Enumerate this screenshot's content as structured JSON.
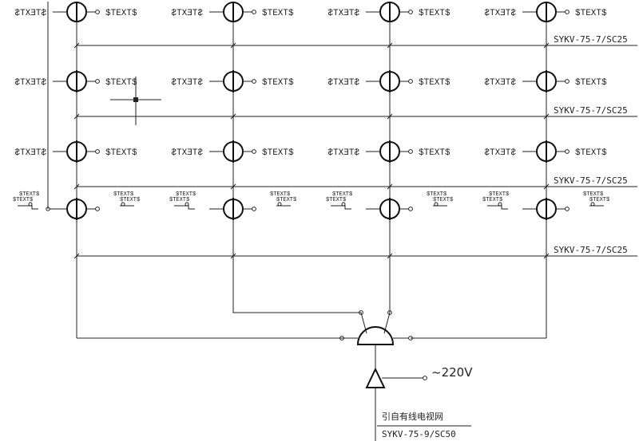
{
  "placeholder_label": "$TEXT$",
  "mirrored_label": "$TEXT$",
  "cable_rows": [
    "SYKV-75-7/SC25",
    "SYKV-75-7/SC25",
    "SYKV-75-7/SC25",
    "SYKV-75-7/SC25"
  ],
  "power_label": "~220V",
  "source_label": "引自有线电视网",
  "source_cable": "SYKV-75-9/SC50",
  "colors": {
    "line": "#222222",
    "background": "#ffffff"
  },
  "icons": [
    "splitter-icon",
    "outlet-icon",
    "amplifier-icon",
    "distributor-icon",
    "crosshair-icon"
  ]
}
